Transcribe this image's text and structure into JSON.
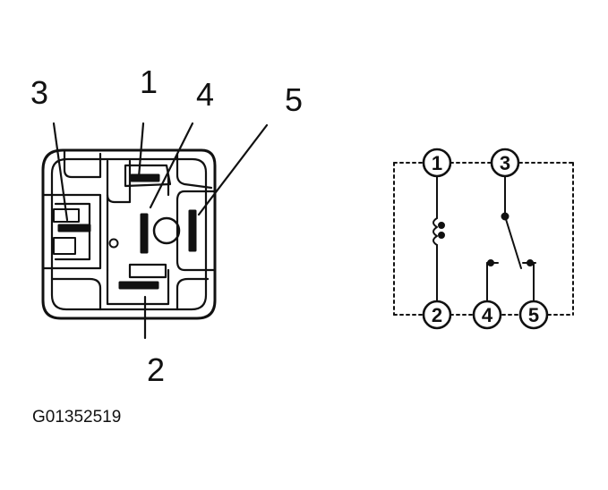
{
  "relay_view": {
    "pin_labels": {
      "p1": "1",
      "p2": "2",
      "p3": "3",
      "p4": "4",
      "p5": "5"
    }
  },
  "schematic": {
    "terminals": {
      "t1": "1",
      "t2": "2",
      "t3": "3",
      "t4": "4",
      "t5": "5"
    }
  },
  "figure_code": "G01352519"
}
